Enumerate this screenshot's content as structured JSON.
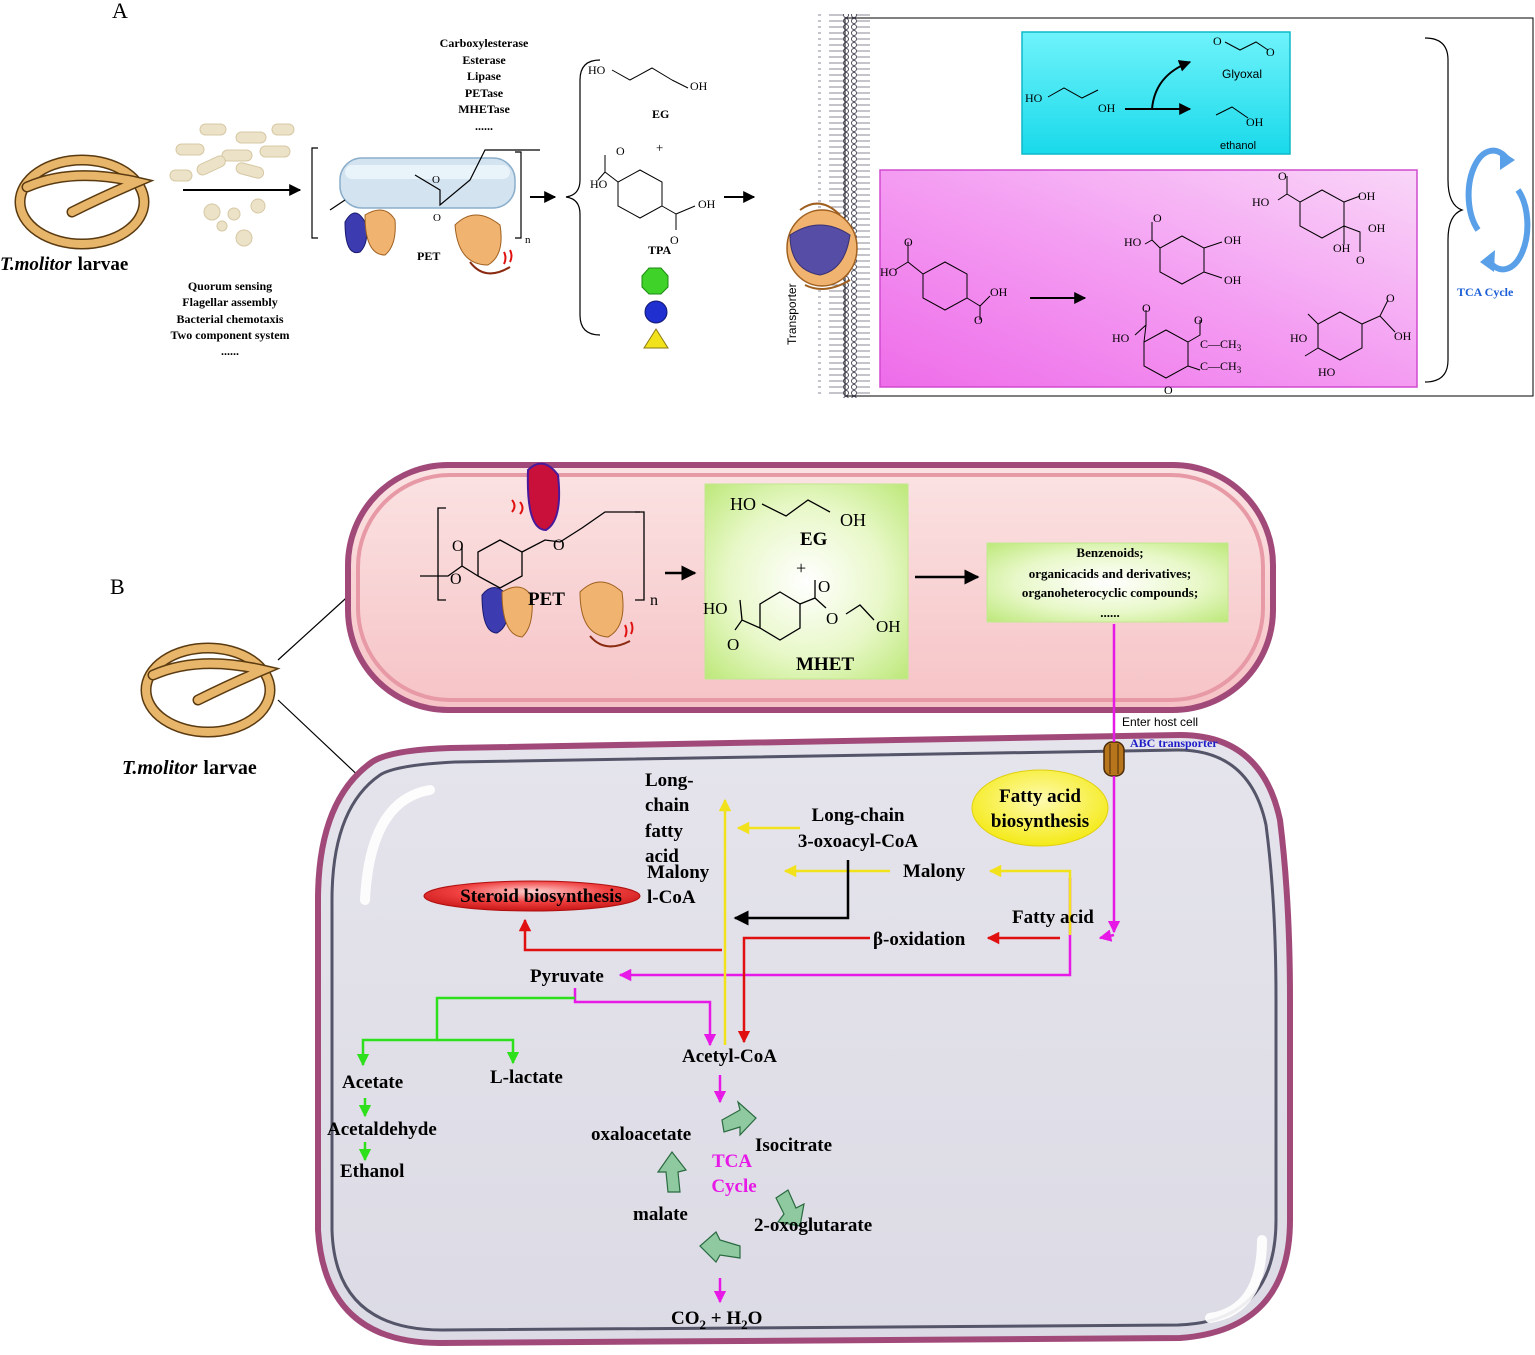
{
  "panelA": {
    "label": "A",
    "larvae_species": "T.molitor",
    "larvae_word": "larvae",
    "enzymes": [
      "Carboxylesterase",
      "Esterase",
      "Lipase",
      "PETase",
      "MHETase",
      "......"
    ],
    "processes": [
      "Quorum sensing",
      "Flagellar assembly",
      "Bacterial chemotaxis",
      "Two component system",
      "......"
    ],
    "pet_label": "PET",
    "repeat_n": "n",
    "eg_label": "EG",
    "plus": "+",
    "tpa_label": "TPA",
    "transporter_label": "Transporter",
    "chem": {
      "ho": "HO",
      "oh": "OH",
      "o": "O",
      "ch3": "CH",
      "three": "3",
      "c": "C"
    },
    "glyoxal": "Glyoxal",
    "ethanol": "ethanol",
    "tca_cycle": "TCA Cycle",
    "colors": {
      "cyan_box": "#2fe3f0",
      "pink_box": "#f28cf0",
      "tca_blue": "#1b5fd6"
    }
  },
  "panelB": {
    "label": "B",
    "larvae_species": "T.molitor",
    "larvae_word": "larvae",
    "pet_label": "PET",
    "repeat_n": "n",
    "eg_label": "EG",
    "plus": "+",
    "mhet_label": "MHET",
    "metabolite_lines": [
      "Benzenoids;",
      "organicacids and derivatives;",
      "organoheterocyclic compounds;",
      "......"
    ],
    "enter_host": "Enter host cell",
    "abc_transporter": "ABC transporter",
    "fatty_acid_biosynthesis": [
      "Fatty acid",
      "biosynthesis"
    ],
    "long_chain_fatty_acid": [
      "Long-",
      "chain",
      "fatty",
      "acid"
    ],
    "long_chain_oxoacyl": [
      "Long-chain",
      "3-oxoacyl-CoA"
    ],
    "malony_coa": [
      "Malony",
      "l-CoA"
    ],
    "malony": "Malony",
    "steroid": "Steroid biosynthesis",
    "fatty_acid": "Fatty acid",
    "beta_oxidation": "β-oxidation",
    "pyruvate": "Pyruvate",
    "acetyl_coa": "Acetyl-CoA",
    "acetate": "Acetate",
    "l_lactate": "L-lactate",
    "acetaldehyde": "Acetaldehyde",
    "ethanol": "Ethanol",
    "oxaloacetate": "oxaloacetate",
    "isocitrate": "Isocitrate",
    "tca": [
      "TCA",
      "Cycle"
    ],
    "malate": "malate",
    "oxoglutarate": "2-oxoglutarate",
    "co2": "CO",
    "sub2": "2",
    "plus_h": " + H",
    "o_end": "O",
    "colors": {
      "magenta": "#e619e6",
      "yellow": "#f2e21c",
      "red": "#e01010",
      "green": "#2ee01c",
      "blue_text": "#1c1cc8"
    }
  }
}
